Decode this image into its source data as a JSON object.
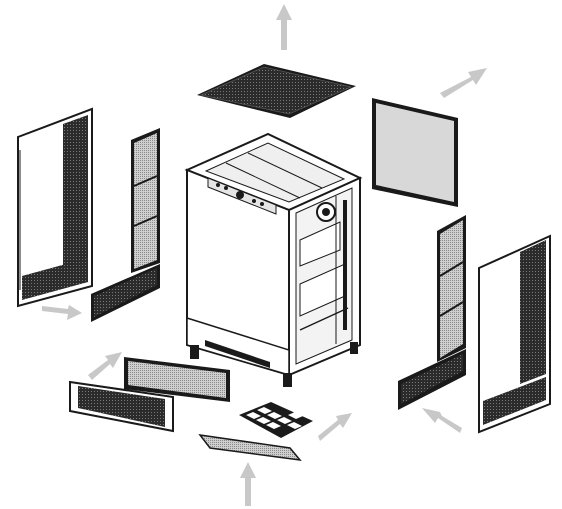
{
  "figure": {
    "description": "",
    "parts": [
      {
        "id": "top-dust-filter",
        "icon": "mesh-panel"
      },
      {
        "id": "right-side-glass-panel",
        "icon": "glass-panel"
      },
      {
        "id": "left-side-panel",
        "icon": "vented-panel"
      },
      {
        "id": "left-side-filter",
        "icon": "mesh-filter"
      },
      {
        "id": "left-lower-filter",
        "icon": "mesh-filter"
      },
      {
        "id": "front-lower-cover",
        "icon": "vented-panel"
      },
      {
        "id": "front-lower-filter",
        "icon": "mesh-filter"
      },
      {
        "id": "bottom-dust-filter",
        "icon": "grid-filter"
      },
      {
        "id": "right-side-filter",
        "icon": "mesh-filter"
      },
      {
        "id": "right-lower-filter",
        "icon": "mesh-filter"
      },
      {
        "id": "right-side-panel",
        "icon": "vented-panel"
      },
      {
        "id": "chassis",
        "icon": "pc-case"
      }
    ],
    "arrow_color": "#c8c8c8",
    "line_color": "#1a1a1a",
    "mesh_color": "#2b2b2b",
    "glass_color": "#d8d8d8"
  }
}
